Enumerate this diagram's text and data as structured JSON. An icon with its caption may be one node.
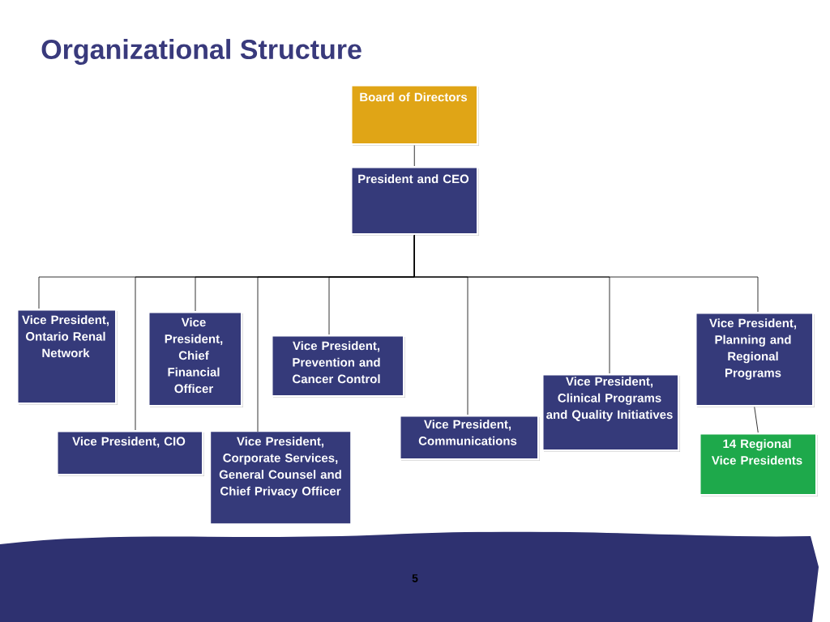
{
  "diagram": {
    "title": "Organizational Structure",
    "nodes": [
      {
        "text": [
          "Board of Directors"
        ]
      },
      {
        "text": [
          "President and CEO"
        ]
      },
      {
        "text": [
          "Vice President, Ontario Renal Network"
        ]
      },
      {
        "text": [
          "Vice President, CIO"
        ]
      },
      {
        "text": [
          "Vice President, Chief Financial Officer"
        ]
      },
      {
        "text": [
          "Vice President, Corporate Services, General Counsel and Chief Privacy Officer"
        ]
      },
      {
        "text": [
          "Vice President, Prevention and Cancer Control"
        ]
      },
      {
        "text": [
          "Vice President, Communications"
        ]
      },
      {
        "text": [
          "Vice President, Clinical Programs and Quality Initiatives"
        ]
      },
      {
        "text": [
          "Vice President, Planning and Regional Programs"
        ]
      },
      {
        "text": [
          "14 Regional Vice Presidents"
        ]
      }
    ],
    "edges": [
      {
        "from": 0,
        "to": 1,
        "arrow": "none"
      },
      {
        "from": 1,
        "to": 2,
        "arrow": "none"
      },
      {
        "from": 1,
        "to": 3,
        "arrow": "none"
      },
      {
        "from": 1,
        "to": 4,
        "arrow": "none"
      },
      {
        "from": 1,
        "to": 5,
        "arrow": "none"
      },
      {
        "from": 1,
        "to": 6,
        "arrow": "none"
      },
      {
        "from": 1,
        "to": 7,
        "arrow": "none"
      },
      {
        "from": 1,
        "to": 8,
        "arrow": "none"
      },
      {
        "from": 1,
        "to": 9,
        "arrow": "none"
      },
      {
        "from": 9,
        "to": 10,
        "arrow": "none"
      }
    ],
    "labels": [
      "5"
    ]
  }
}
